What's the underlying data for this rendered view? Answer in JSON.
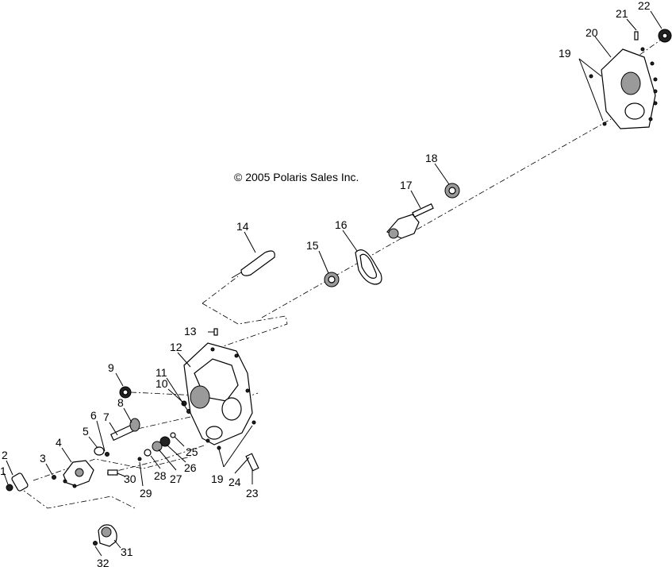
{
  "copyright": "© 2005 Polaris Sales Inc.",
  "callouts": [
    "1",
    "2",
    "3",
    "4",
    "5",
    "6",
    "7",
    "8",
    "9",
    "10",
    "11",
    "12",
    "13",
    "14",
    "15",
    "16",
    "17",
    "18",
    "19",
    "20",
    "21",
    "22",
    "23",
    "24",
    "25",
    "26",
    "27",
    "28",
    "29",
    "30",
    "31",
    "32"
  ]
}
